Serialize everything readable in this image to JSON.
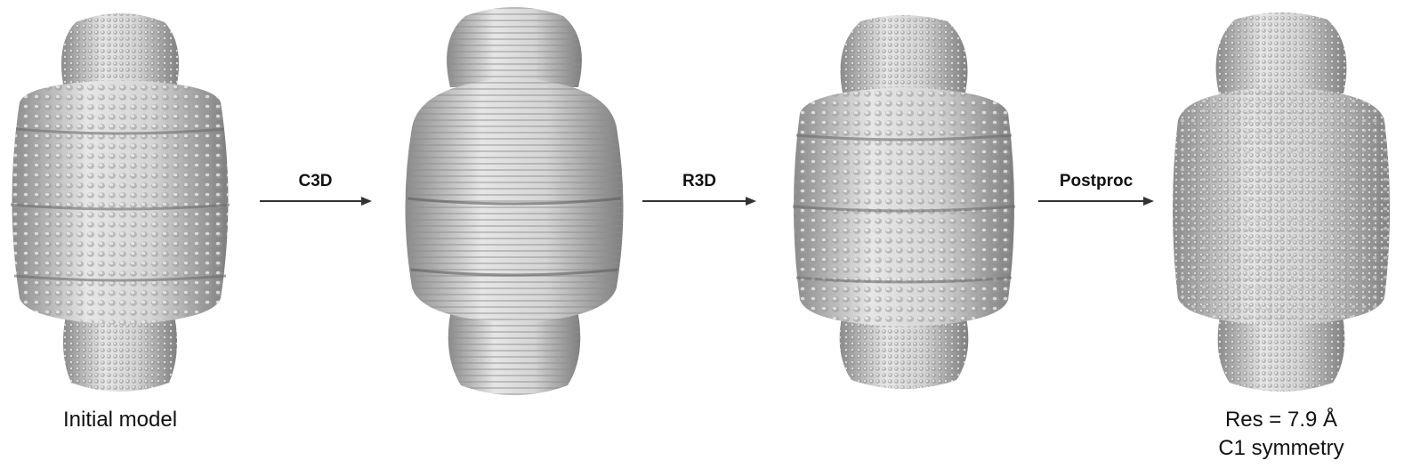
{
  "figure": {
    "steps": [
      {
        "id": "initial",
        "caption": "Initial model"
      },
      {
        "id": "c3d",
        "caption": ""
      },
      {
        "id": "r3d",
        "caption": ""
      },
      {
        "id": "postproc",
        "caption_lines": [
          "Res = 7.9 Å",
          "C1 symmetry"
        ]
      }
    ],
    "arrows": [
      {
        "label": "C3D"
      },
      {
        "label": "R3D"
      },
      {
        "label": "Postproc"
      }
    ]
  },
  "colors": {
    "surface_light": "#e9e9e9",
    "surface_mid": "#b5b5b5",
    "surface_dark": "#6e6e6e",
    "arrow": "#333333",
    "text": "#111111"
  }
}
